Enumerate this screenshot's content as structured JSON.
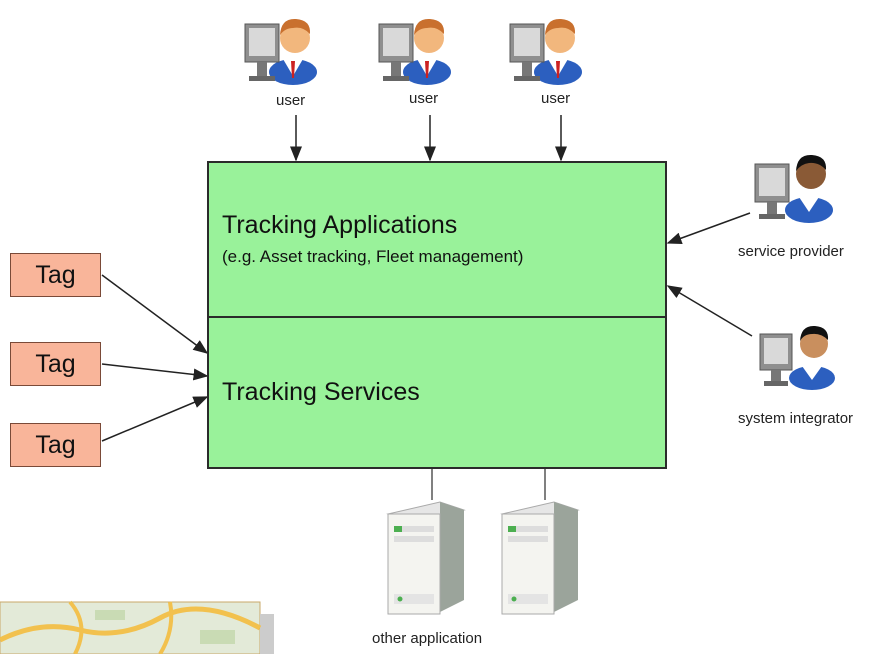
{
  "users": [
    {
      "label": "user",
      "icon": "user-at-computer-icon"
    },
    {
      "label": "user",
      "icon": "user-at-computer-icon"
    },
    {
      "label": "user",
      "icon": "user-at-computer-icon"
    }
  ],
  "applications": {
    "title": "Tracking Applications",
    "subtitle": "(e.g. Asset tracking, Fleet management)"
  },
  "services": {
    "title": "Tracking Services"
  },
  "tags": [
    "Tag",
    "Tag",
    "Tag"
  ],
  "actors": {
    "service_provider": "service provider",
    "system_integrator": "system integrator"
  },
  "other_application": "other application",
  "colors": {
    "box_fill": "#99f29a",
    "tag_fill": "#f9b59a",
    "border": "#2b2b2b"
  }
}
